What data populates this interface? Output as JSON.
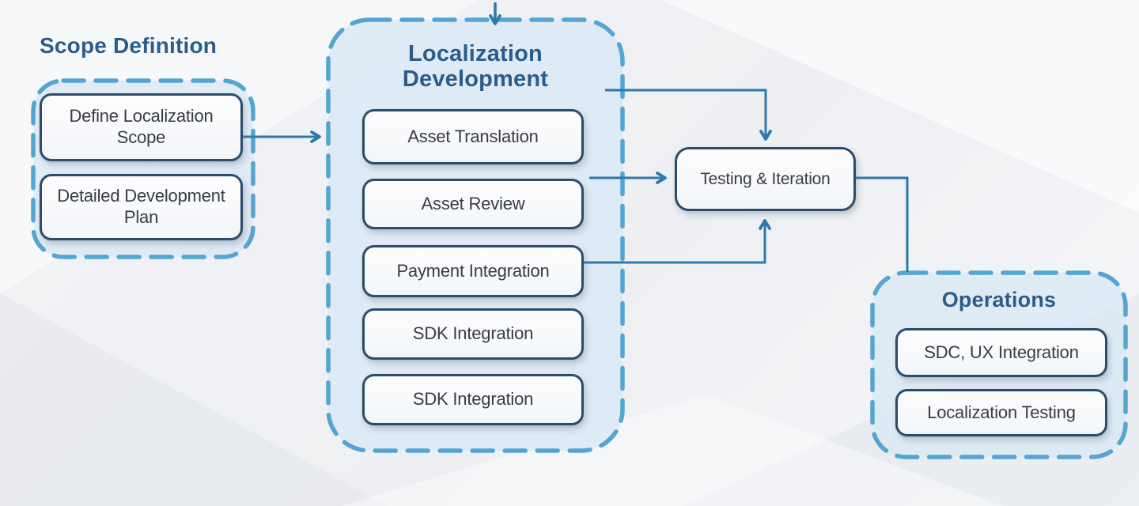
{
  "colors": {
    "background": "#eef0f3",
    "group_border": "#55a5d3",
    "group_fill": "#d9e9f5",
    "box_border": "#2d4c6a",
    "box_fill": "#fbfcfe",
    "title_text": "#2b5c8a",
    "box_text": "#393c40",
    "connector": "#2e79ac"
  },
  "groups": [
    {
      "title": "Scope Definition",
      "items": [
        {
          "label": "Define Localization Scope"
        },
        {
          "label": "Detailed Development Plan"
        }
      ]
    },
    {
      "title": "Localization\nDevelopment",
      "items": [
        {
          "label": "Asset Translation"
        },
        {
          "label": "Asset Review"
        },
        {
          "label": "Payment Integration"
        },
        {
          "label": "SDK Integration"
        },
        {
          "label": "SDK Integration"
        }
      ]
    },
    {
      "title": "Operations",
      "items": [
        {
          "label": "SDC, UX Integration"
        },
        {
          "label": "Localization Testing"
        }
      ]
    }
  ],
  "standalone_nodes": [
    {
      "label": "Testing & Iteration"
    }
  ],
  "connections": [
    {
      "from": "start",
      "to": "Localization Development",
      "style": "down-arrow"
    },
    {
      "from": "Define Localization Scope",
      "to": "Localization Development",
      "style": "right-arrow"
    },
    {
      "from": "Localization Development",
      "to": "Testing & Iteration",
      "style": "right-then-down-arrow"
    },
    {
      "from": "Asset Review",
      "to": "Testing & Iteration",
      "style": "right-arrow"
    },
    {
      "from": "Payment Integration",
      "to": "Testing & Iteration",
      "style": "right-then-up-arrow"
    },
    {
      "from": "Testing & Iteration",
      "to": "Operations",
      "style": "right-then-down-line"
    }
  ]
}
